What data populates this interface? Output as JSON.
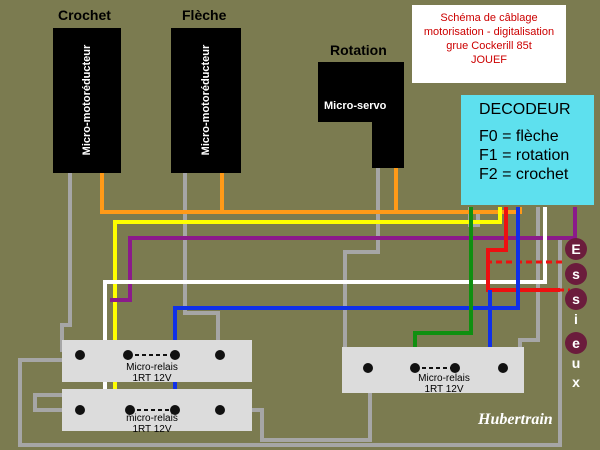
{
  "labels": {
    "crochet": "Crochet",
    "fleche": "Flèche",
    "rotation": "Rotation"
  },
  "motors": {
    "crochet_text": "Micro-motoréducteur",
    "fleche_text": "Micro-motoréducteur",
    "servo_text": "Micro-servo"
  },
  "info_box": {
    "line1": "Schéma de câblage",
    "line2": "motorisation - digitalisation",
    "line3": "grue Cockerill 85t",
    "line4": "JOUEF"
  },
  "decoder": {
    "title": "DECODEUR",
    "f0": "F0 = flèche",
    "f1": "F1 = rotation",
    "f2": "F2 = crochet"
  },
  "relays": {
    "relay1_line1": "Micro-relais",
    "relay1_line2": "1RT 12V",
    "relay2_line1": "micro-relais",
    "relay2_line2": "1RT 12V",
    "relay3_line1": "Micro-relais",
    "relay3_line2": "1RT 12V"
  },
  "essieux": [
    "E",
    "s",
    "s",
    "i",
    "e",
    "u",
    "x"
  ],
  "brand": "Hubertrain",
  "colors": {
    "background": "#7b7b50",
    "wire_grey": "#a6a6a6",
    "wire_orange": "#ff9a18",
    "wire_yellow": "#ffff00",
    "wire_purple": "#8b1a8b",
    "wire_blue": "#1030e8",
    "wire_green": "#109010",
    "wire_red": "#ee1010",
    "wire_white": "#ffffff",
    "decoder": "#5ee0ee",
    "info_text": "#cc0000"
  }
}
